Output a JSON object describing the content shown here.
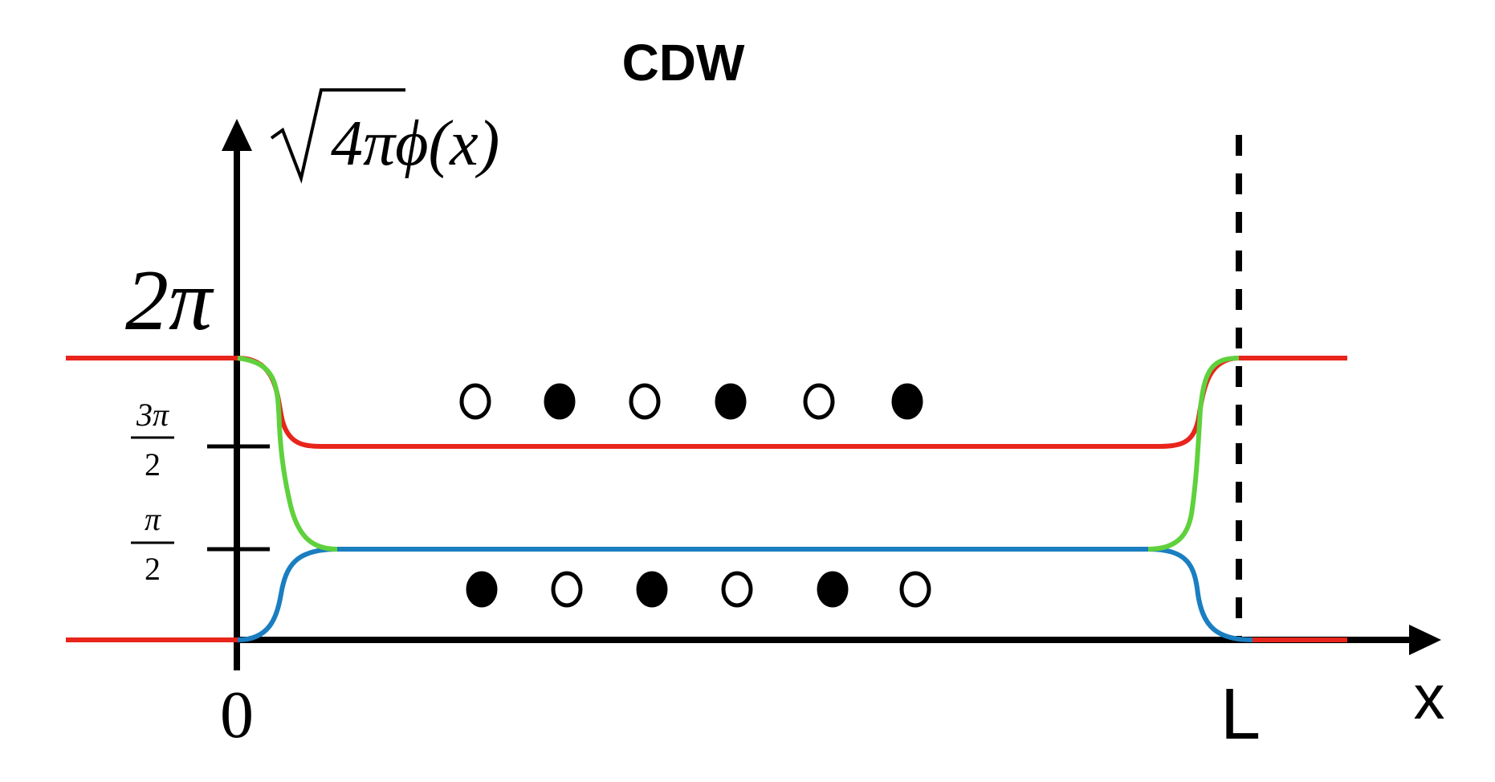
{
  "title": "CDW",
  "y_axis_label": {
    "radicand": "4πϕ(x)"
  },
  "y_ticks": {
    "two_pi": "2π",
    "three_pi_half": {
      "numerator": "3π",
      "denominator": "2"
    },
    "pi_half": {
      "numerator": "π",
      "denominator": "2"
    }
  },
  "x_axis": {
    "origin_label": "0",
    "end_label": "L",
    "axis_label": "x"
  },
  "colors": {
    "red": "#e8241b",
    "green": "#5fd13c",
    "blue": "#1a7ec0",
    "black": "#000000"
  },
  "charges": {
    "upper_row": [
      "open",
      "filled",
      "open",
      "filled",
      "open",
      "filled"
    ],
    "lower_row": [
      "filled",
      "open",
      "filled",
      "open",
      "filled",
      "open"
    ]
  }
}
